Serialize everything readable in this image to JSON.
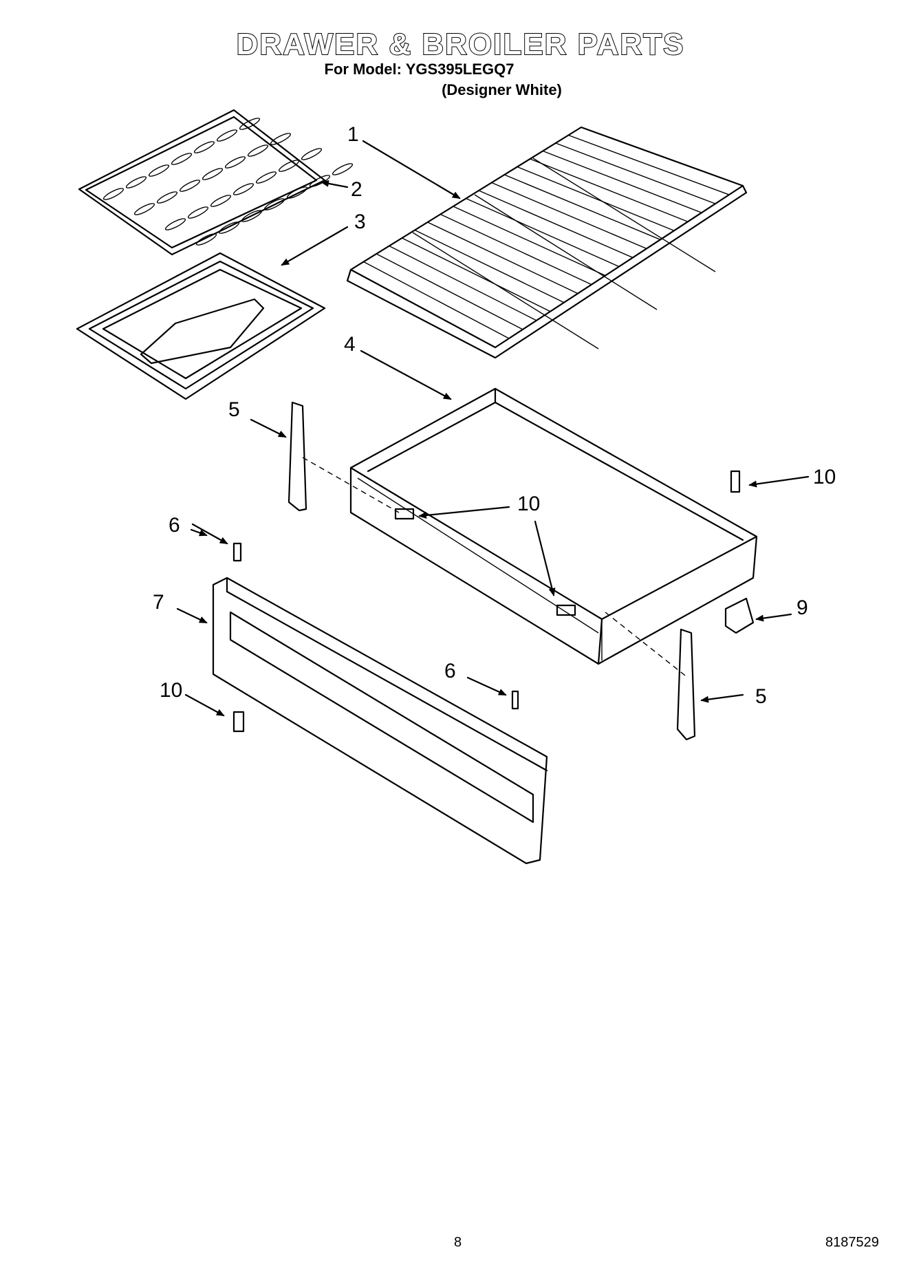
{
  "header": {
    "title": "DRAWER & BROILER PARTS",
    "model": "For Model: YGS395LEGQ7",
    "color": "(Designer White)"
  },
  "callouts": {
    "c1": "1",
    "c2": "2",
    "c3": "3",
    "c4": "4",
    "c5a": "5",
    "c5b": "5",
    "c6a": "6",
    "c6b": "6",
    "c7": "7",
    "c9": "9",
    "c10a": "10",
    "c10b": "10",
    "c10c": "10",
    "c10d": "10"
  },
  "footer": {
    "page_number": "8",
    "doc_number": "8187529"
  }
}
